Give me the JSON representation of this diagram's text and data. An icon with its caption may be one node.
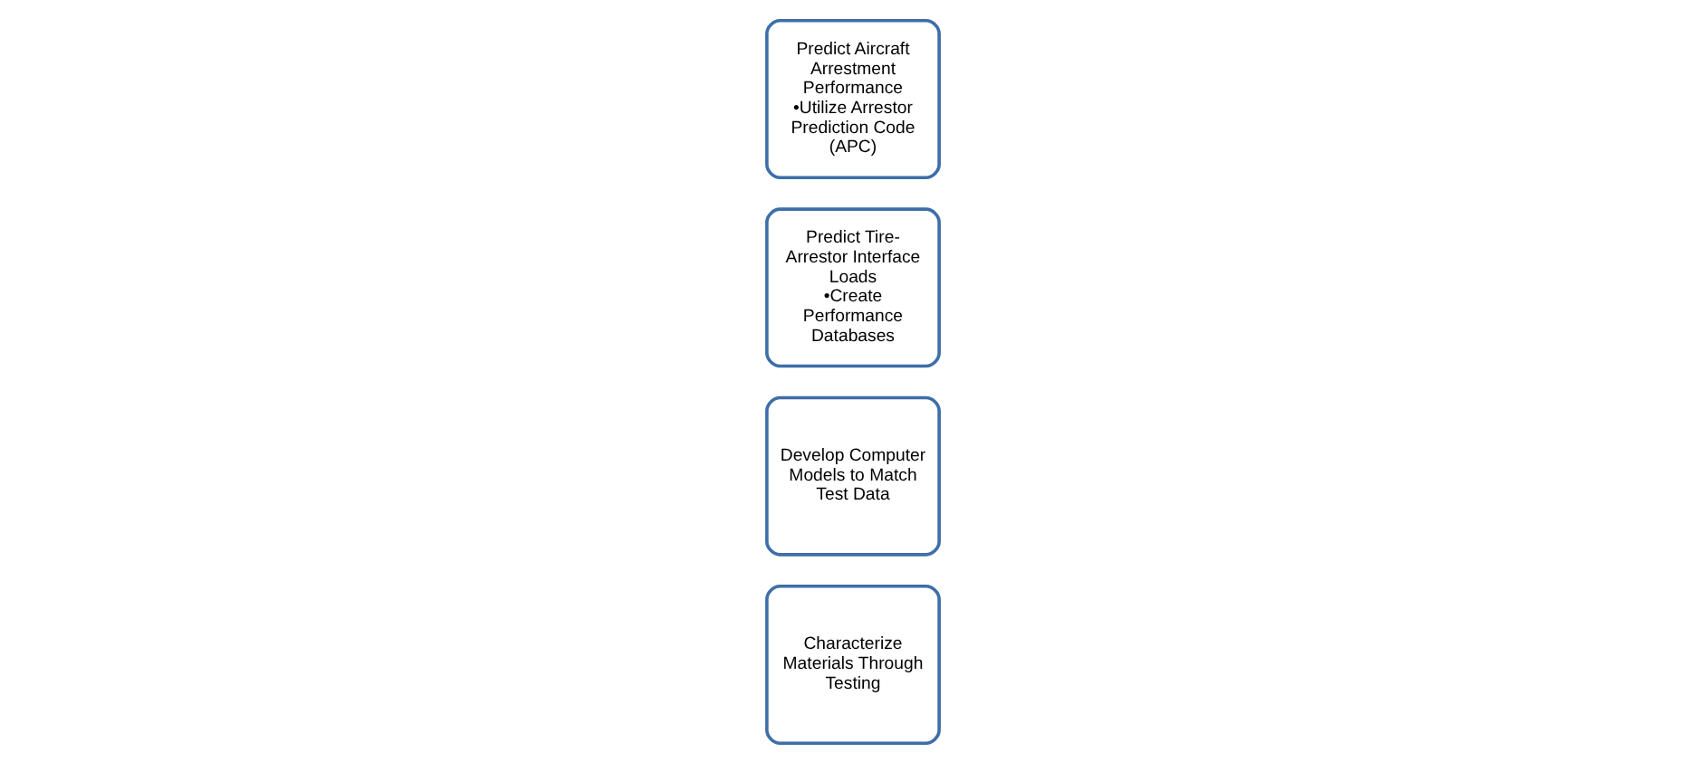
{
  "diagram": {
    "nodes": [
      {
        "text": [
          "Characterize Materials Through Testing"
        ]
      },
      {
        "text": [
          "Develop Computer Models to Match Test Data"
        ]
      },
      {
        "text": [
          "Predict Tire-Arrestor Interface Loads",
          "•Create Performance Databases"
        ]
      },
      {
        "text": [
          "Predict Aircraft Arrestment Performance",
          "•Utilize Arrestor Prediction Code (APC)"
        ]
      }
    ]
  }
}
